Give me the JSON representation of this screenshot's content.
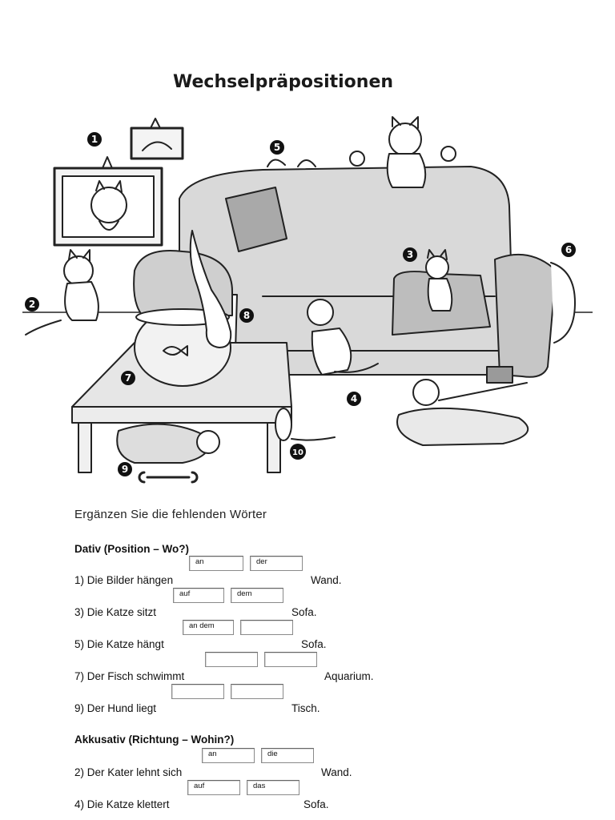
{
  "page": {
    "title": "Wechselpräpositionen",
    "instruction": "Ergänzen Sie die fehlenden Wörter"
  },
  "illustration": {
    "markers": [
      "1",
      "2",
      "3",
      "4",
      "5",
      "6",
      "7",
      "8",
      "9",
      "10"
    ]
  },
  "dativ": {
    "heading": "Dativ (Position – Wo?)",
    "items": [
      {
        "lead": "1) Die Bilder hängen",
        "tail": "Wand.",
        "box1": "an",
        "box2": "der"
      },
      {
        "lead": "3) Die Katze sitzt",
        "tail": "Sofa.",
        "box1": "auf",
        "box2": "dem"
      },
      {
        "lead": "5) Die Katze hängt",
        "tail": "Sofa.",
        "box1": "an dem",
        "box2": ""
      },
      {
        "lead": "7) Der Fisch schwimmt",
        "tail": "Aquarium.",
        "box1": "",
        "box2": ""
      },
      {
        "lead": "9) Der Hund liegt",
        "tail": "Tisch.",
        "box1": "",
        "box2": ""
      }
    ]
  },
  "akkusativ": {
    "heading": "Akkusativ (Richtung – Wohin?)",
    "items": [
      {
        "lead": "2) Der Kater lehnt sich",
        "tail": "Wand.",
        "box1": "an",
        "box2": "die"
      },
      {
        "lead": "4) Die Katze klettert",
        "tail": "Sofa.",
        "box1": "auf",
        "box2": "das"
      }
    ]
  }
}
